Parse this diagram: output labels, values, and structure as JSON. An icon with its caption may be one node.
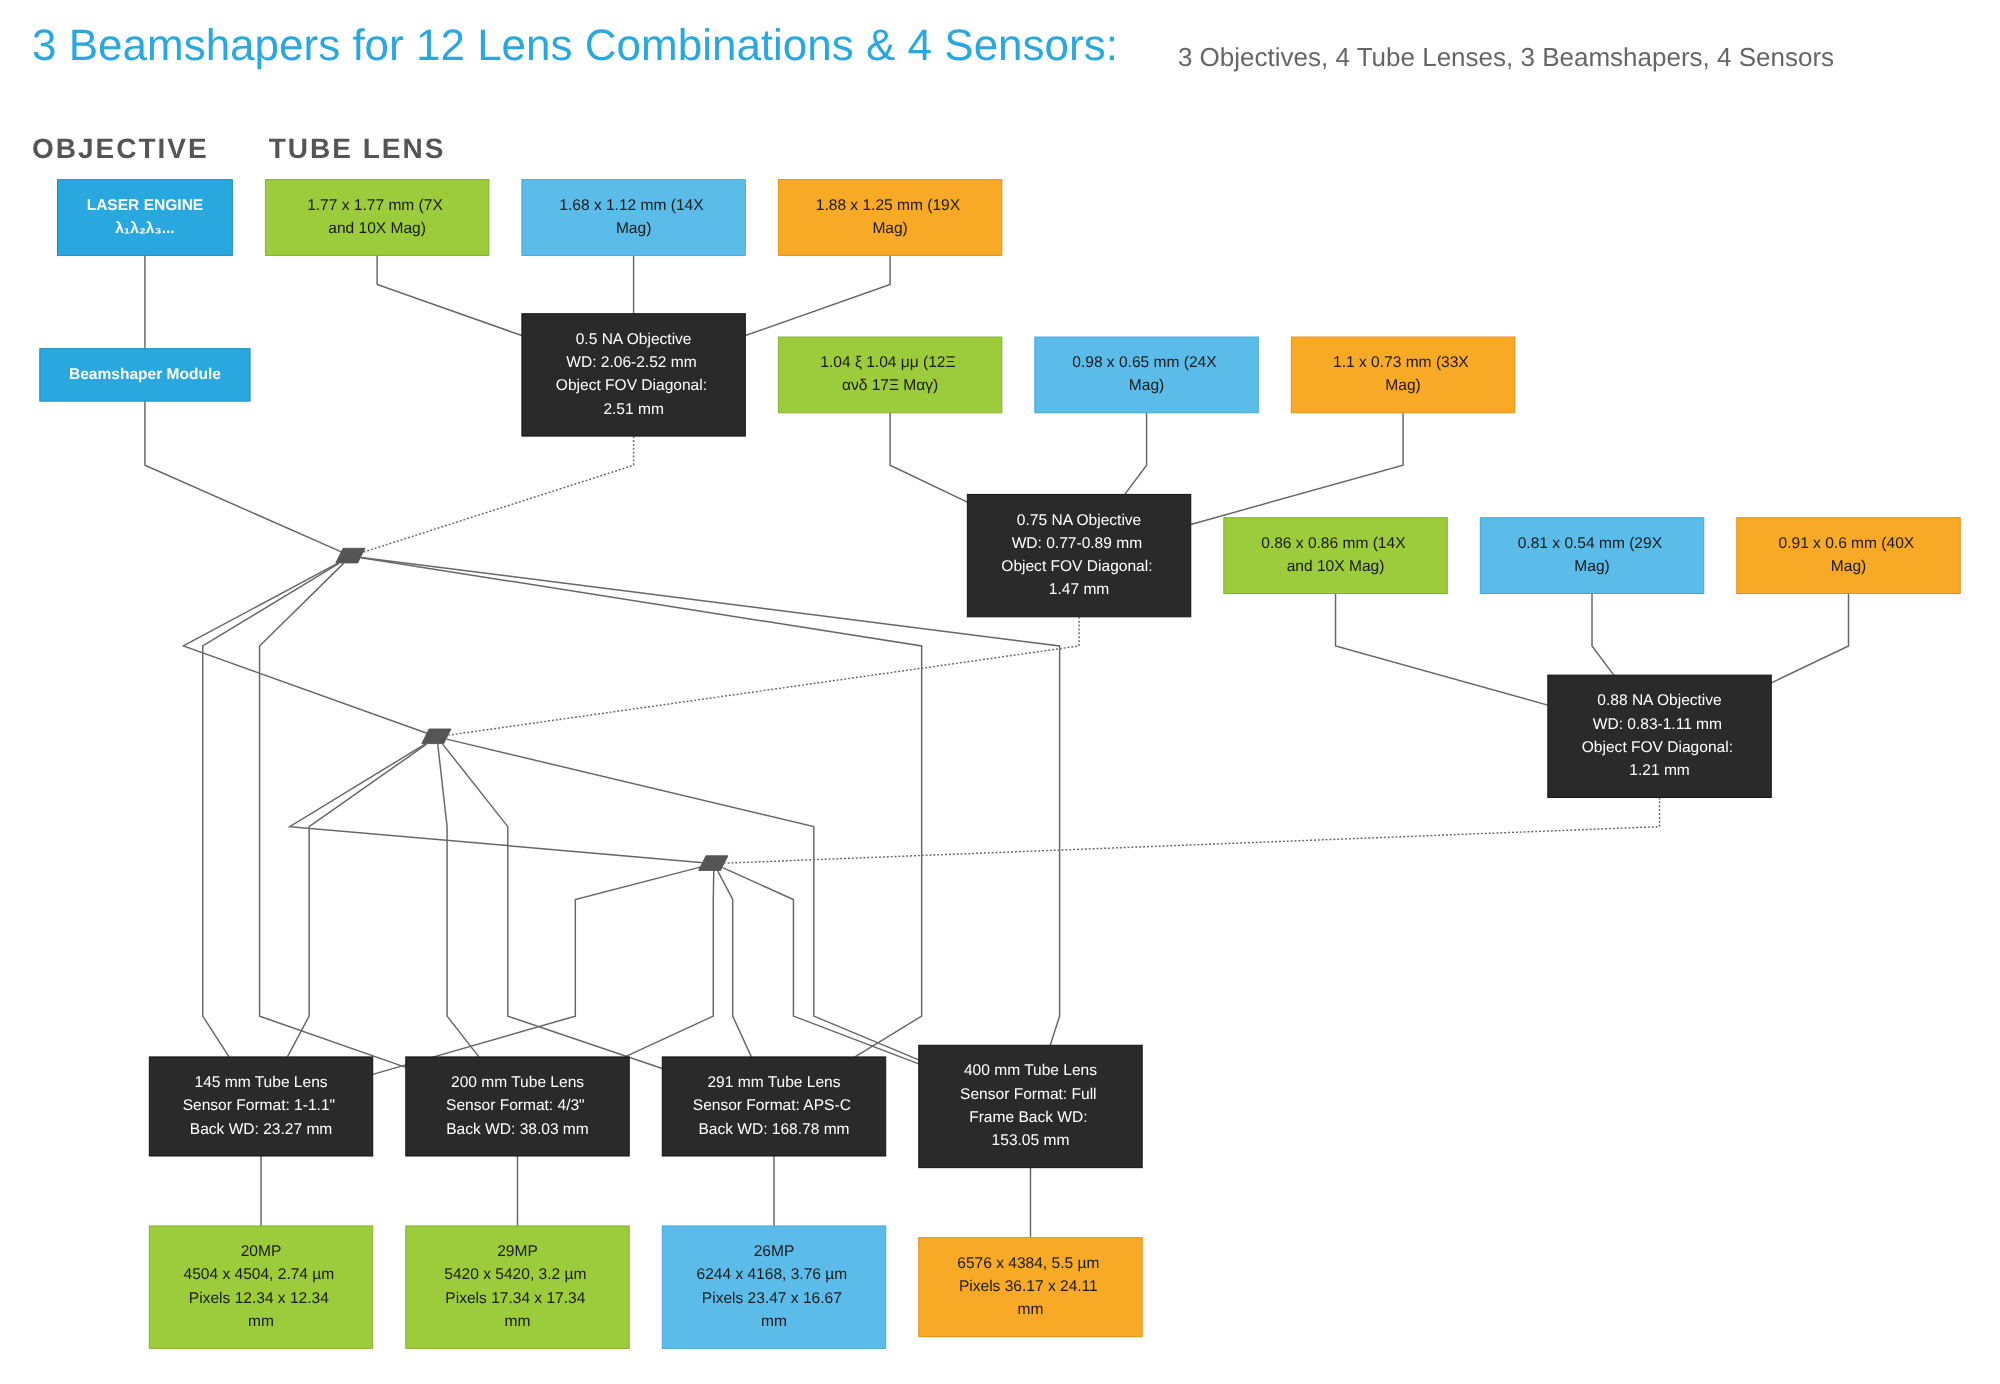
{
  "diagram": {
    "title": "3 Beamshapers for 12 Lens Combinations & 4 Sensors:",
    "nodes": [
      {
        "text": [
          "LASER ENGINE",
          "λ₁λ₂λ₃..."
        ]
      },
      {
        "text": [
          "Beamshaper Module"
        ]
      },
      {
        "text": [],
        "shape": "bar"
      },
      {
        "text": [],
        "shape": "bar"
      },
      {
        "text": [],
        "shape": "bar"
      },
      {
        "text": [
          "0.5 NA Objective",
          "WD: 2.06-2.52 mm Object FOV Diagonal: 2.51 mm"
        ]
      },
      {
        "text": [
          "0.75 NA Objective",
          "WD: 0.77-0.89 mm Object FOV Diagonal: 1.47 mm"
        ]
      },
      {
        "text": [
          "0.88 NA Objective",
          "WD: 0.83-1.11 mm Object FOV Diagonal: 1.21 mm"
        ]
      },
      {
        "text": [
          "1.77 x 1.77 mm (7X and 10X Mag)"
        ]
      },
      {
        "text": [
          "1.68 x 1.12 mm (14X Mag)"
        ]
      },
      {
        "text": [
          "1.88 x 1.25 mm (19X Mag)"
        ]
      },
      {
        "text": [
          "1.04 ξ 1.04 μμ (12Ξ ανδ 17Ξ Μαγ)"
        ]
      },
      {
        "text": [
          "0.98 x 0.65 mm (24X Mag)"
        ]
      },
      {
        "text": [
          "1.1 x 0.73 mm (33X Mag)"
        ]
      },
      {
        "text": [
          "0.86 x 0.86 mm (14X and 10X Mag)"
        ]
      },
      {
        "text": [
          "0.81 x 0.54 mm (29X Mag)"
        ]
      },
      {
        "text": [
          "0.91 x 0.6 mm (40X Mag)"
        ]
      },
      {
        "text": [
          "145 mm Tube Lens",
          "Sensor Format: 1-1.1\" Back WD: 23.27 mm"
        ]
      },
      {
        "text": [
          "200 mm Tube Lens",
          "Sensor Format: 4/3\" Back WD: 38.03 mm"
        ]
      },
      {
        "text": [
          "291 mm Tube Lens",
          "Sensor Format: APS-C Back WD: 168.78 mm"
        ]
      },
      {
        "text": [
          "400 mm Tube Lens",
          "Sensor Format: Full Frame Back WD: 153.05 mm"
        ]
      },
      {
        "text": [
          "20MP",
          "4504 x 4504, 2.74 µm Pixels 12.34 x 12.34 mm"
        ]
      },
      {
        "text": [
          "29MP",
          "5420 x 5420, 3.2 µm Pixels 17.34 x 17.34 mm"
        ]
      },
      {
        "text": [
          "26MP",
          "6244 x 4168, 3.76 µm Pixels 23.47 x 16.67 mm"
        ]
      },
      {
        "text": [
          "6576 x 4384, 5.5 µm Pixels 36.17 x 24.11 mm"
        ]
      }
    ],
    "edges": [
      {
        "from": 0,
        "to": 1,
        "arrow": "none"
      },
      {
        "from": 1,
        "to": 2,
        "arrow": "none"
      },
      {
        "from": 2,
        "to": 3,
        "arrow": "none"
      },
      {
        "from": 3,
        "to": 4,
        "arrow": "none"
      },
      {
        "from": 8,
        "to": 5,
        "arrow": "none"
      },
      {
        "from": 9,
        "to": 5,
        "arrow": "none"
      },
      {
        "from": 10,
        "to": 5,
        "arrow": "none"
      },
      {
        "from": 11,
        "to": 6,
        "arrow": "none"
      },
      {
        "from": 12,
        "to": 6,
        "arrow": "none"
      },
      {
        "from": 13,
        "to": 6,
        "arrow": "none"
      },
      {
        "from": 14,
        "to": 7,
        "arrow": "none"
      },
      {
        "from": 15,
        "to": 7,
        "arrow": "none"
      },
      {
        "from": 16,
        "to": 7,
        "arrow": "none"
      },
      {
        "from": 5,
        "to": 2,
        "arrow": "none",
        "style": "dashed"
      },
      {
        "from": 6,
        "to": 3,
        "arrow": "none",
        "style": "dashed"
      },
      {
        "from": 7,
        "to": 4,
        "arrow": "none",
        "style": "dashed"
      },
      {
        "from": 2,
        "to": 17,
        "arrow": "none"
      },
      {
        "from": 2,
        "to": 18,
        "arrow": "none"
      },
      {
        "from": 2,
        "to": 19,
        "arrow": "none"
      },
      {
        "from": 2,
        "to": 20,
        "arrow": "none"
      },
      {
        "from": 3,
        "to": 17,
        "arrow": "none"
      },
      {
        "from": 3,
        "to": 18,
        "arrow": "none"
      },
      {
        "from": 3,
        "to": 19,
        "arrow": "none"
      },
      {
        "from": 3,
        "to": 20,
        "arrow": "none"
      },
      {
        "from": 4,
        "to": 17,
        "arrow": "none"
      },
      {
        "from": 4,
        "to": 18,
        "arrow": "none"
      },
      {
        "from": 4,
        "to": 19,
        "arrow": "none"
      },
      {
        "from": 4,
        "to": 20,
        "arrow": "none"
      },
      {
        "from": 17,
        "to": 21,
        "arrow": "none"
      },
      {
        "from": 18,
        "to": 22,
        "arrow": "none"
      },
      {
        "from": 19,
        "to": 23,
        "arrow": "none"
      },
      {
        "from": 20,
        "to": 24,
        "arrow": "none"
      }
    ],
    "labels": [
      "3 Objectives, 4 Tube Lenses, 3 Beamshapers, 4 Sensors",
      "OBJECTIVE",
      "TUBE LENS"
    ]
  }
}
